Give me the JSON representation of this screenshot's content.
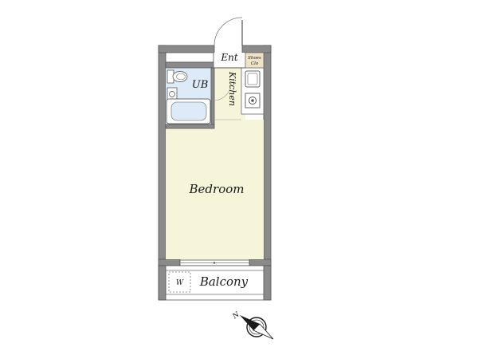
{
  "rooms": {
    "entrance": "Ent",
    "shoe_closet_line1": "Shoes",
    "shoe_closet_line2": "Clo",
    "unit_bath": "UB",
    "kitchen": "Kitchen",
    "bedroom": "Bedroom",
    "washer": "W",
    "balcony": "Balcony"
  },
  "compass": {
    "north": "N"
  },
  "colors": {
    "wall": "#8a8a8a",
    "wall_outline": "#555555",
    "bedroom_floor": "#f6f5da",
    "wet_area": "#dcebf7",
    "shoe_closet": "#efe3c6",
    "fixture_stroke": "#6a6a6a"
  }
}
